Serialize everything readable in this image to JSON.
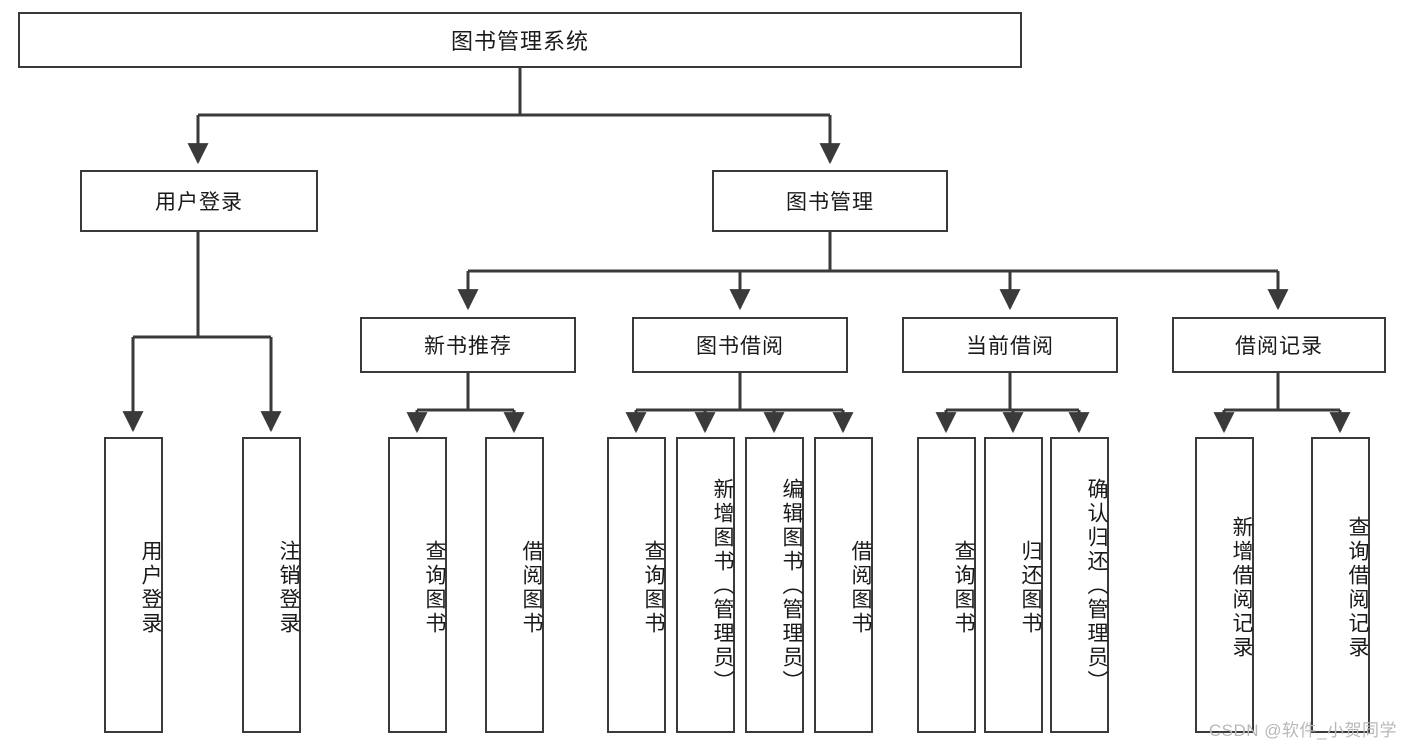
{
  "diagram": {
    "title": "图书管理系统",
    "type": "tree-hierarchy-chart",
    "root": {
      "id": "root",
      "label": "图书管理系统"
    },
    "level2": [
      {
        "id": "user-login",
        "label": "用户登录"
      },
      {
        "id": "book-manage",
        "label": "图书管理"
      }
    ],
    "level3": [
      {
        "id": "new-book-recommend",
        "label": "新书推荐"
      },
      {
        "id": "book-borrow",
        "label": "图书借阅"
      },
      {
        "id": "current-borrow",
        "label": "当前借阅"
      },
      {
        "id": "borrow-record",
        "label": "借阅记录"
      }
    ],
    "leaves": {
      "user_login": [
        {
          "id": "leaf-user-login",
          "label": "用户登录"
        },
        {
          "id": "leaf-logout-login",
          "label": "注销登录"
        }
      ],
      "new_book_recommend": [
        {
          "id": "leaf-query-book-1",
          "label": "查询图书"
        },
        {
          "id": "leaf-borrow-book-1",
          "label": "借阅图书"
        }
      ],
      "book_borrow": [
        {
          "id": "leaf-query-book-2",
          "label": "查询图书"
        },
        {
          "id": "leaf-add-book",
          "label": "新增图书（管理员）"
        },
        {
          "id": "leaf-edit-book",
          "label": "编辑图书（管理员）"
        },
        {
          "id": "leaf-borrow-book-2",
          "label": "借阅图书"
        }
      ],
      "current_borrow": [
        {
          "id": "leaf-query-book-3",
          "label": "查询图书"
        },
        {
          "id": "leaf-return-book",
          "label": "归还图书"
        },
        {
          "id": "leaf-confirm-return",
          "label": "确认归还（管理员）"
        }
      ],
      "borrow_record": [
        {
          "id": "leaf-add-record",
          "label": "新增借阅记录"
        },
        {
          "id": "leaf-query-record",
          "label": "查询借阅记录"
        }
      ]
    },
    "colors": {
      "stroke": "#3a3a3a",
      "fill": "#ffffff",
      "text": "#1a1a1a",
      "watermark": "#b8b8b8"
    }
  },
  "watermark": {
    "text": "CSDN @软件_小贺同学"
  }
}
